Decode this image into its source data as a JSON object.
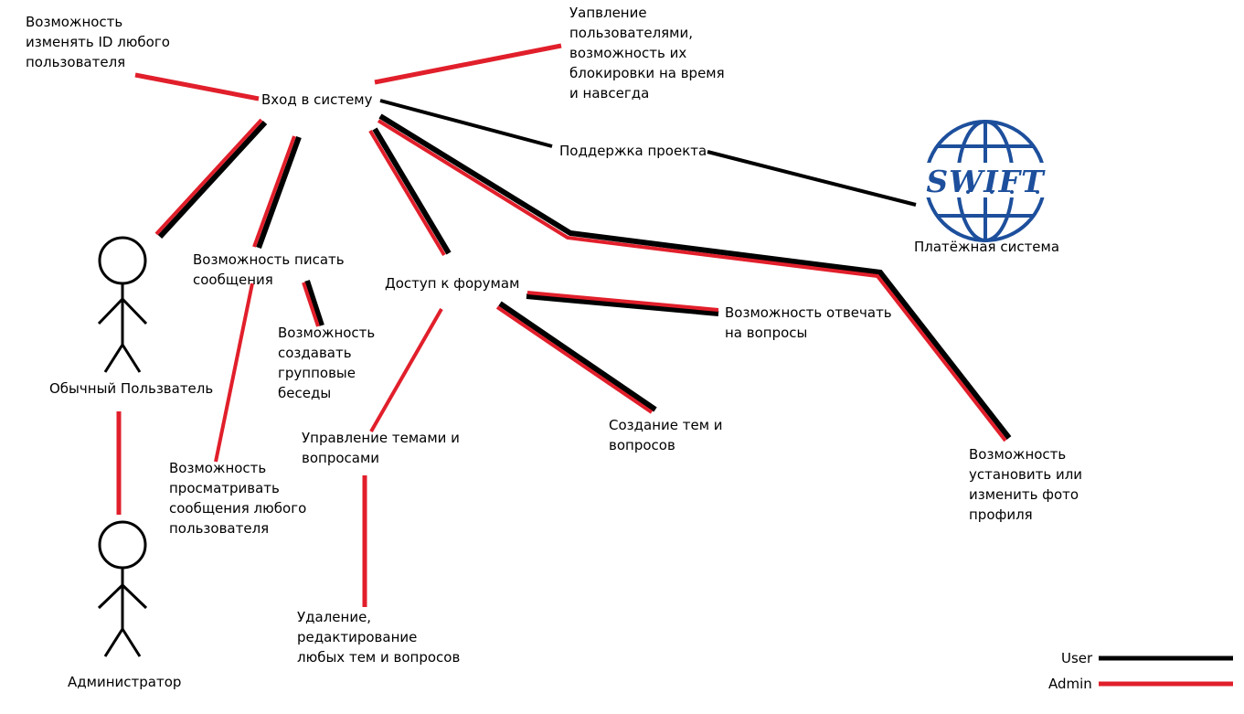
{
  "colors": {
    "user": "#000000",
    "admin": "#e11f2b",
    "swift_blue": "#1d4f9c"
  },
  "nodes": {
    "login": "Вход в систему",
    "change_id": "Возможность\nизменять ID любого\nпользователя",
    "manage_users": "Уапвление\nпользователями,\nвозможность их\nблокировки на время\nи навсегда",
    "support": "Поддержка проекта",
    "payment": "Платёжная система",
    "write_messages": "Возможность писать\nсообщения",
    "forums": "Доступ к форумам",
    "group_chats": "Возможность\nсоздавать\nгрупповые\nбеседы",
    "answer": "Возможность отвечать\nна вопросы",
    "manage_topics": "Управление темами и\nвопросами",
    "create_topics": "Создание тем и\nвопросов",
    "view_messages": "Возможность\nпросматривать\nсообщения любого\nпользователя",
    "profile_photo": "Возможность\nустановить или\nизменить фото\nпрофиля",
    "delete_edit": "Удаление,\nредактирование\nлюбых тем и вопросов"
  },
  "actors": {
    "user": "Обычный Пользватель",
    "admin": "Администратор"
  },
  "logo": {
    "text": "SWIFT",
    "icon": "swift-globe-icon"
  },
  "legend": {
    "user": "User",
    "admin": "Admin"
  }
}
